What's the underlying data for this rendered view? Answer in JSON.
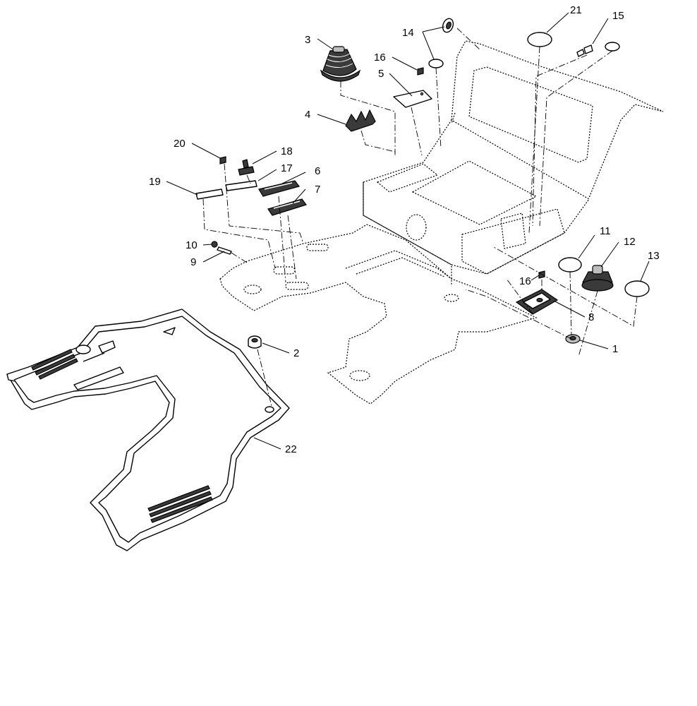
{
  "callouts": [
    {
      "id": "c1",
      "label": "1"
    },
    {
      "id": "c2",
      "label": "2"
    },
    {
      "id": "c3",
      "label": "3"
    },
    {
      "id": "c4",
      "label": "4"
    },
    {
      "id": "c5",
      "label": "5"
    },
    {
      "id": "c6",
      "label": "6"
    },
    {
      "id": "c7",
      "label": "7"
    },
    {
      "id": "c8",
      "label": "8"
    },
    {
      "id": "c9",
      "label": "9"
    },
    {
      "id": "c10",
      "label": "10"
    },
    {
      "id": "c11",
      "label": "11"
    },
    {
      "id": "c12",
      "label": "12"
    },
    {
      "id": "c13",
      "label": "13"
    },
    {
      "id": "c14",
      "label": "14"
    },
    {
      "id": "c15",
      "label": "15"
    },
    {
      "id": "c16a",
      "label": "16"
    },
    {
      "id": "c16b",
      "label": "16"
    },
    {
      "id": "c17",
      "label": "17"
    },
    {
      "id": "c18",
      "label": "18"
    },
    {
      "id": "c19",
      "label": "19"
    },
    {
      "id": "c20",
      "label": "20"
    },
    {
      "id": "c21",
      "label": "21"
    },
    {
      "id": "c22",
      "label": "22"
    }
  ],
  "colors": {
    "line": "#000000",
    "background": "#ffffff",
    "rubber": "#3a3a3a",
    "cap": "#bdbdbd"
  }
}
